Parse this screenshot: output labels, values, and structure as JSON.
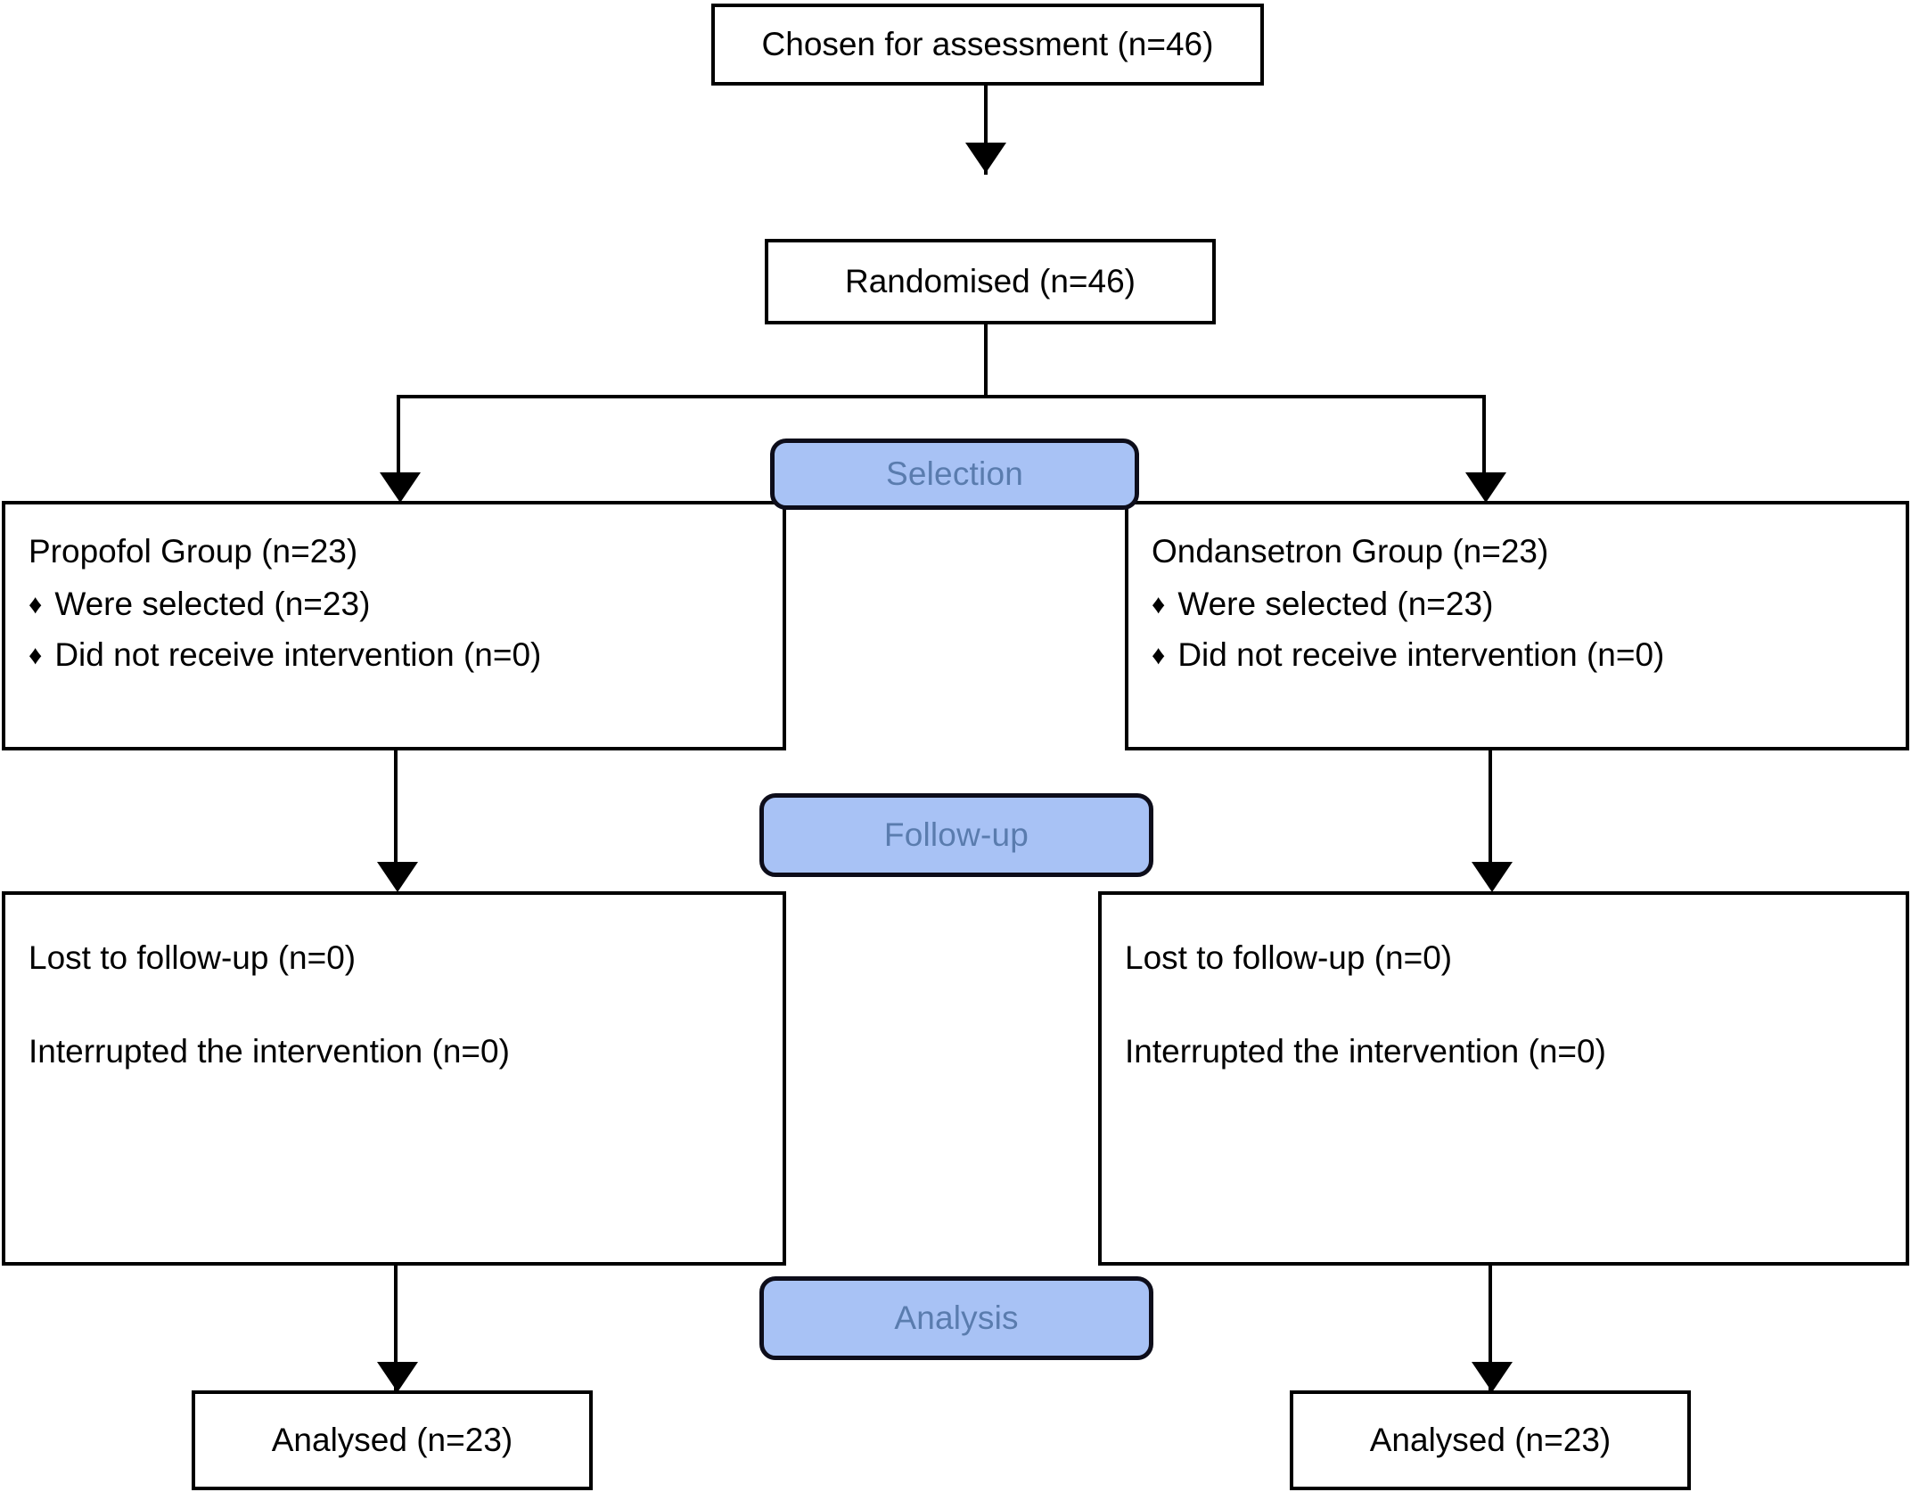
{
  "diagram": {
    "type": "consort-flow-diagram",
    "stage_label_fill": "#a8c2f5",
    "stage_label_text_color": "#5a7cae",
    "node_border_color": "#000000",
    "bullet_glyph": "♦"
  },
  "nodes": {
    "enrollment": {
      "label": "Chosen for assessment (n=46)"
    },
    "randomised": {
      "label": "Randomised (n=46)"
    },
    "left_allocation": {
      "title": "Propofol Group (n=23)",
      "bullets": [
        "Were selected (n=23)",
        "Did not receive intervention (n=0)"
      ]
    },
    "right_allocation": {
      "title": "Ondansetron Group (n=23)",
      "bullets": [
        "Were selected (n=23)",
        "Did not receive intervention (n=0)"
      ]
    },
    "left_followup": {
      "line1": "Lost to follow-up (n=0)",
      "line2": "Interrupted the intervention (n=0)"
    },
    "right_followup": {
      "line1": "Lost to follow-up (n=0)",
      "line2": "Interrupted the intervention (n=0)"
    },
    "left_analysis": {
      "label": "Analysed (n=23)"
    },
    "right_analysis": {
      "label": "Analysed (n=23)"
    }
  },
  "stage_labels": {
    "selection": "Selection",
    "followup": "Follow-up",
    "analysis": "Analysis"
  }
}
